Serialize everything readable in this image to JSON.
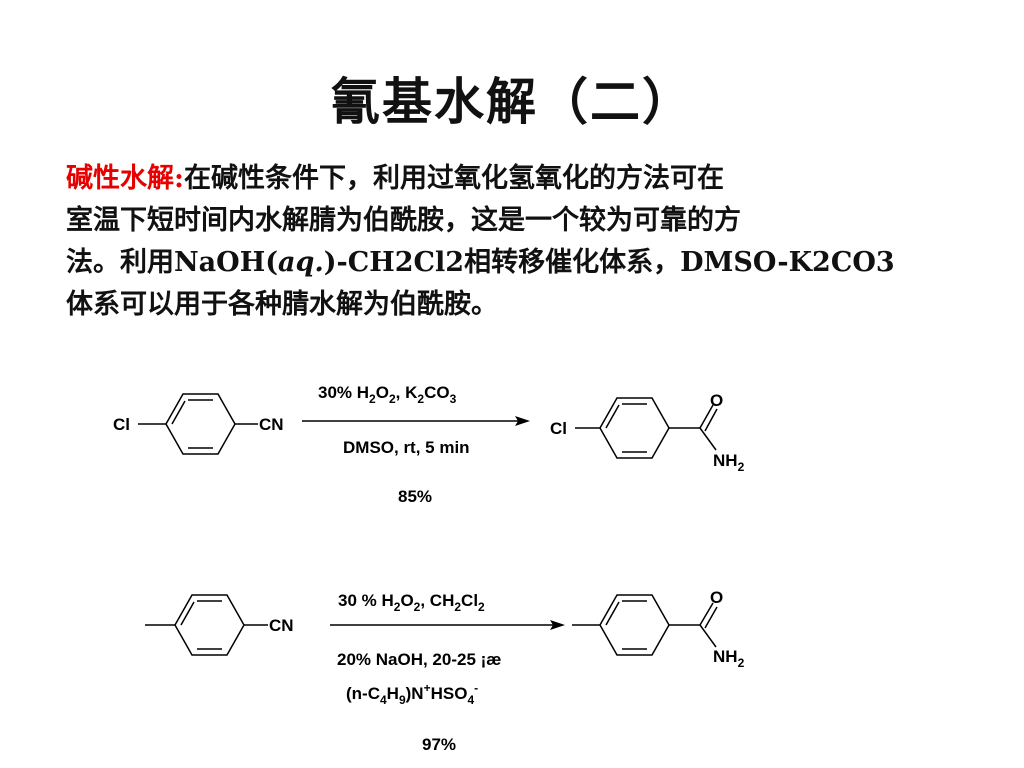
{
  "slide": {
    "title": "氰基水解（二）",
    "paragraph": {
      "label": "碱性水解:",
      "line1": "在碱性条件下，利用过氧化氢氧化的方法可在",
      "line2": "室温下短时间内水解腈为伯酰胺，这是一个较为可靠的方",
      "line3_a": "法。利用NaOH(",
      "line3_b": "aq.",
      "line3_c": ")-CH2Cl2相转移催化体系，DMSO-K2CO3",
      "line4": "体系可以用于各种腈水解为伯酰胺。"
    }
  },
  "reaction1": {
    "left_cl": "Cl",
    "left_cn": "CN",
    "right_cl": "Cl",
    "o": "O",
    "nh": "NH",
    "nh_sub": "2",
    "above": {
      "a": "30% H",
      "b": "2",
      "c": "O",
      "d": "2",
      "e": ", K",
      "f": "2",
      "g": "CO",
      "h": "3"
    },
    "below": "DMSO, rt, 5 min",
    "yield": "85%"
  },
  "reaction2": {
    "left_cn": "CN",
    "o": "O",
    "nh": "NH",
    "nh_sub": "2",
    "above": {
      "a": "30 % H",
      "b": "2",
      "c": "O",
      "d": "2",
      "e": ", CH",
      "f": "2",
      "g": "Cl",
      "h": "2"
    },
    "below": "20% NaOH, 20-25 ¡æ",
    "catalyst": {
      "a": "(n-C",
      "b": "4",
      "c": "H",
      "d": "9",
      "e": ")N",
      "f": "+",
      "g": "HSO",
      "h": "4",
      "i": "-"
    },
    "yield": "97%"
  }
}
